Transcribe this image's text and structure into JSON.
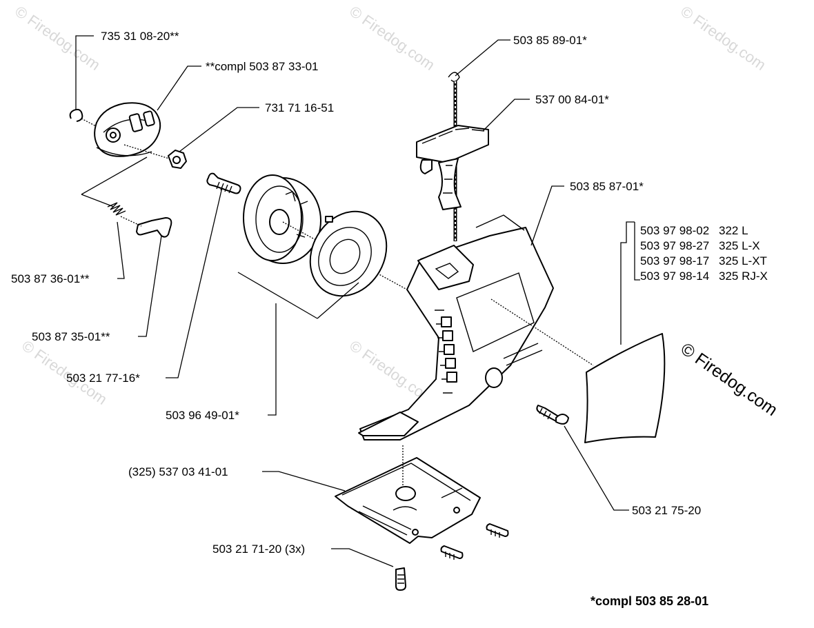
{
  "watermarks": {
    "tl": "© Firedog.com",
    "tc": "© Firedog.com",
    "tr": "© Firedog.com",
    "ml": "© Firedog.com",
    "mc": "© Firedog.com",
    "right": "© Firedog.com"
  },
  "labels": {
    "p735_31_08_20": "735 31 08-20**",
    "p_compl_503_87_33_01": "**compl 503 87 33-01",
    "p731_71_16_51": "731 71 16-51",
    "p503_87_36_01": "503 87 36-01**",
    "p503_87_35_01": "503 87 35-01**",
    "p503_21_77_16": "503 21 77-16*",
    "p503_96_49_01": "503 96 49-01*",
    "p503_85_89_01": "503 85 89-01*",
    "p537_00_84_01": "537 00 84-01*",
    "p503_85_87_01": "503 85 87-01*",
    "p325_537_03_41_01": "(325) 537 03 41-01",
    "p503_21_71_20": "503 21 71-20 (3x)",
    "p503_21_75_20": "503 21 75-20"
  },
  "decal_variants": [
    {
      "part": "503 97 98-02",
      "model": "322 L"
    },
    {
      "part": "503 97 98-27",
      "model": "325 L-X"
    },
    {
      "part": "503 97 98-17",
      "model": "325 L-XT"
    },
    {
      "part": "503 97 98-14",
      "model": "325 RJ-X"
    }
  ],
  "footer": {
    "compl_note": "*compl 503 85 28-01"
  }
}
